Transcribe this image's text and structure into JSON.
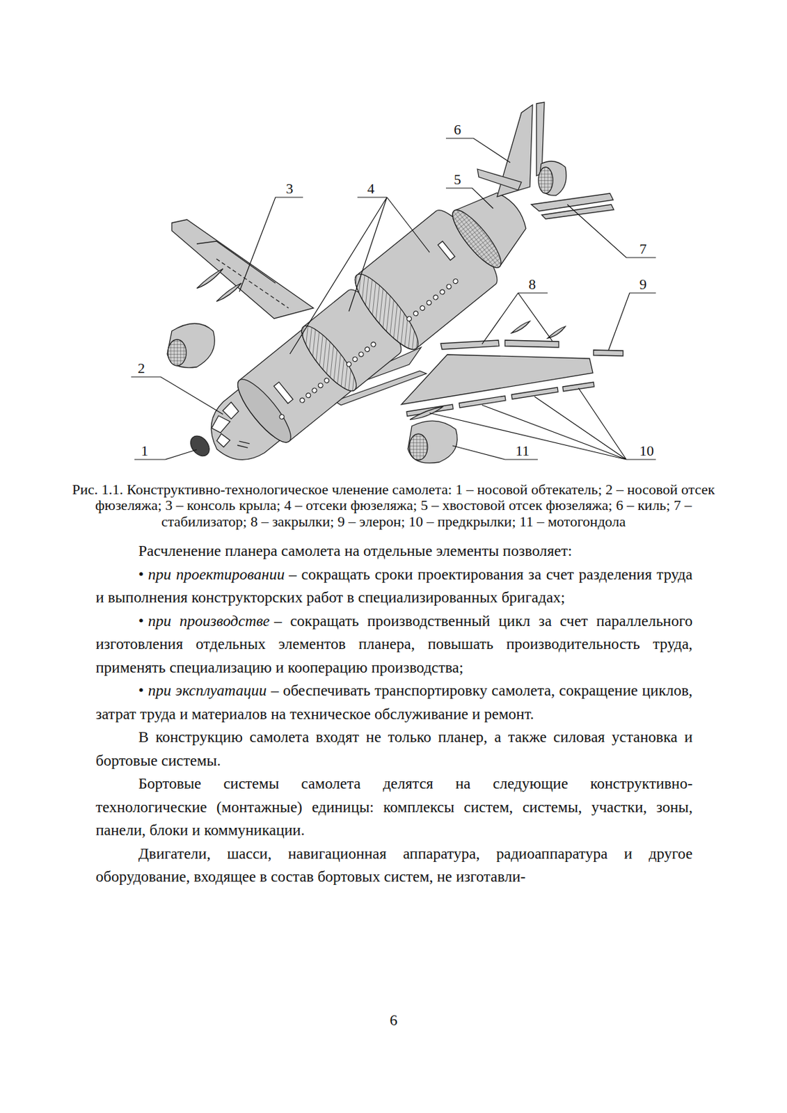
{
  "diagram": {
    "caption": "Рис. 1.1. Конструктивно-технологическое членение самолета: 1 – носовой обтекатель; 2 – носовой отсек фюзеляжа; 3 – консоль крыла; 4 – отсеки фюзеляжа; 5 – хвостовой отсек фюзеляжа; 6 – киль; 7 – стабилизатор; 8 – закрылки; 9 – элерон; 10 – предкрылки; 11 – мотогондола",
    "labels": [
      "6",
      "3",
      "4",
      "5",
      "7",
      "8",
      "9",
      "2",
      "1",
      "11",
      "10",
      "Расчленение планера самолета на отдельные элементы позволяет:",
      "•",
      "при проектировании",
      "– сокращать сроки проектирования за счет разделения труда и выполнения конструкторских работ в специализированных бригадах;",
      "•",
      "при производстве",
      "– сокращать производственный цикл за счет параллельного изготовления отдельных элементов планера, повышать производительность труда, применять специализацию и кооперацию производства;",
      "•",
      "при эксплуатации",
      "– обеспечивать транспортировку самолета, сокращение циклов, затрат труда и материалов на техническое обслуживание и ремонт.",
      "В конструкцию самолета входят не только планер, а также силовая установка и бортовые системы.",
      "Бортовые системы самолета делятся на следующие конструктивно-технологические (монтажные) единицы: комплексы систем, системы, участки, зоны, панели, блоки и коммуникации.",
      "Двигатели, шасси, навигационная аппаратура, радиоаппаратура и другое оборудование, входящее в состав бортовых систем, не изготавли-",
      "6"
    ]
  }
}
